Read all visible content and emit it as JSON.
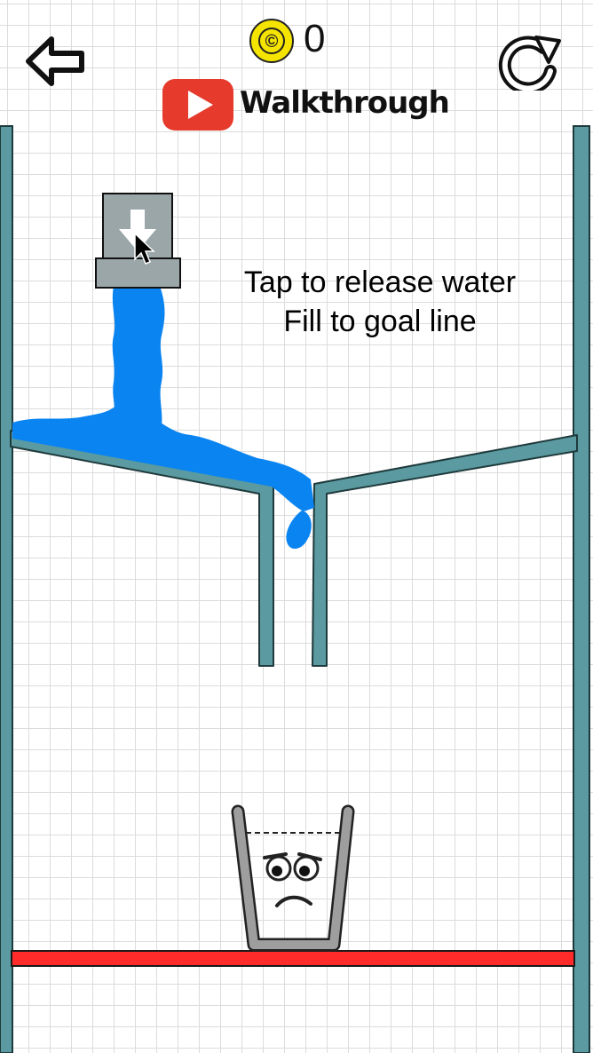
{
  "hud": {
    "coins": "0",
    "walkthrough_label": "Walkthrough"
  },
  "instructions": {
    "line1": "Tap to release water",
    "line2": "Fill to goal line"
  },
  "icons": {
    "back": "arrow-left-icon",
    "coin": "coin-icon",
    "video": "play-icon",
    "restart": "restart-icon",
    "dispenser": "arrow-down-icon",
    "cursor": "cursor-icon"
  },
  "colors": {
    "wall": "#5a9aa0",
    "wall_outline": "#1f3a3c",
    "water": "#0a84f0",
    "goal_line": "#ff2a2a",
    "coin": "#f5e400",
    "video_badge": "#e53a2c",
    "glass": "#9e9e9e",
    "dispenser": "#9aa6a8"
  }
}
